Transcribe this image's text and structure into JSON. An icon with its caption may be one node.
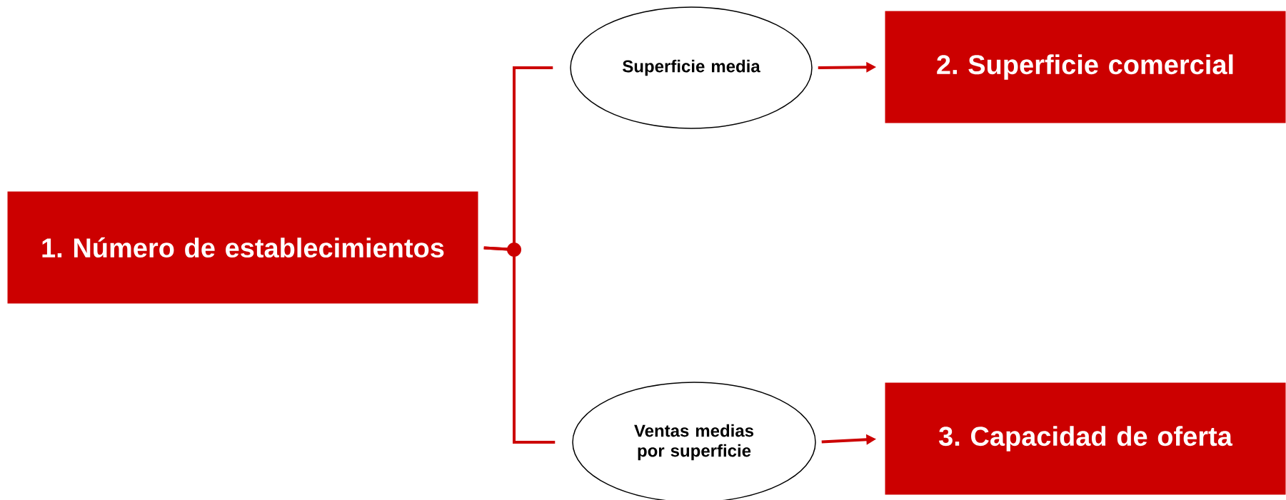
{
  "diagram": {
    "nodes": [
      {
        "text": [
          "1. Número de establecimientos"
        ]
      },
      {
        "text": [
          "Superficie media"
        ]
      },
      {
        "text": [
          "2. Superficie comercial"
        ]
      },
      {
        "text": [
          "Ventas medias por superficie"
        ]
      },
      {
        "text": [
          "3. Capacidad de oferta"
        ]
      }
    ],
    "edges": [
      {
        "from": 0,
        "to": 1,
        "arrow": "none"
      },
      {
        "from": 0,
        "to": 3,
        "arrow": "none"
      },
      {
        "from": 1,
        "to": 2,
        "arrow": "to"
      },
      {
        "from": 3,
        "to": 4,
        "arrow": "to"
      }
    ]
  }
}
